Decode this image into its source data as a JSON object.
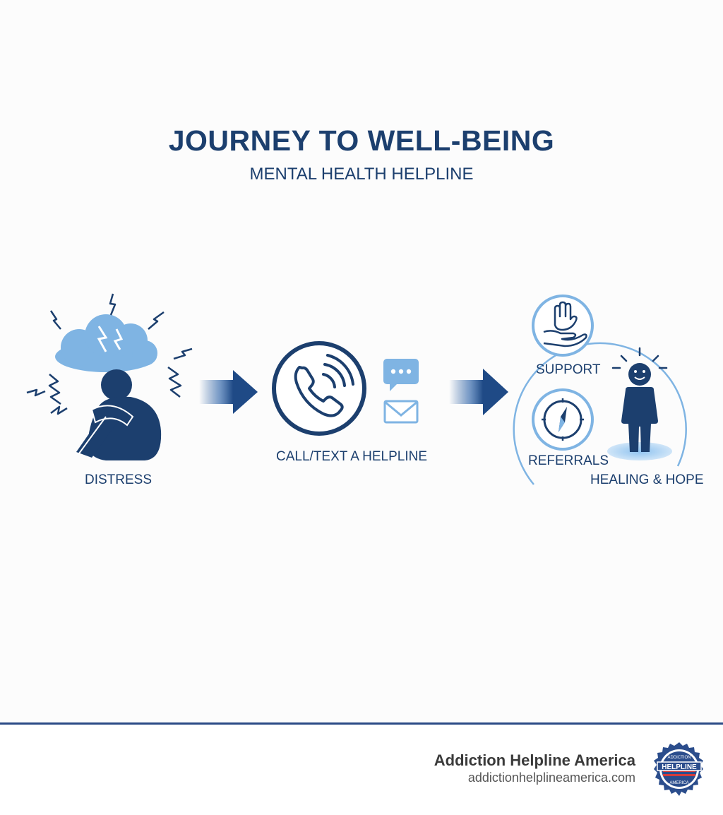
{
  "header": {
    "title": "JOURNEY TO WELL-BEING",
    "subtitle": "MENTAL HEALTH HELPLINE"
  },
  "steps": [
    {
      "label": "DISTRESS",
      "icon": "distressed-person-under-storm-cloud-icon"
    },
    {
      "label": "CALL/TEXT A HELPLINE",
      "icon": "phone-call-icon",
      "extra_icons": [
        "chat-bubble-icon",
        "envelope-icon"
      ]
    },
    {
      "label": "HEALING & HOPE",
      "icon": "happy-person-icon"
    }
  ],
  "services": [
    {
      "label": "SUPPORT",
      "icon": "helping-hands-icon"
    },
    {
      "label": "REFERRALS",
      "icon": "compass-icon"
    }
  ],
  "footer": {
    "brand_name": "Addiction Helpline America",
    "brand_url": "addictionhelplineamerica.com",
    "badge_text": "HELPLINE",
    "badge_ring_top": "ADDICTION",
    "badge_ring_bottom": "AMERICA"
  },
  "colors": {
    "navy": "#1c3f6e",
    "light_blue": "#7fb4e3",
    "accent_blue": "#2a4a86"
  }
}
